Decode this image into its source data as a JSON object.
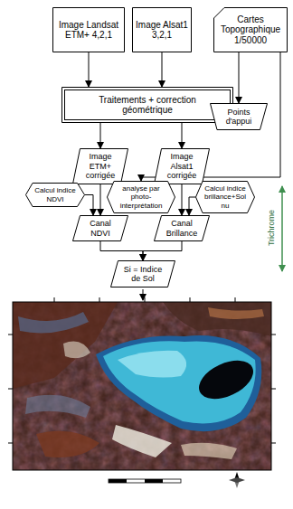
{
  "diagram": {
    "nodes": [
      {
        "text": [
          "Image Landsat ETM+ 4,2,1"
        ]
      },
      {
        "text": [
          "Image Alsat1 3,2,1"
        ]
      },
      {
        "text": [
          "Cartes Topographique 1/50000"
        ]
      },
      {
        "text": [
          "Traitements + correction géométrique"
        ]
      },
      {
        "text": [
          "Points d'appui"
        ]
      },
      {
        "text": [
          "Image ETM+ corrigée"
        ]
      },
      {
        "text": [
          "Image Alsat1 corrigée"
        ]
      },
      {
        "text": [
          "Calcul indice NDVI"
        ]
      },
      {
        "text": [
          "analyse par photo-interprétation"
        ]
      },
      {
        "text": [
          "Calcul indice brillance+Sol nu"
        ]
      },
      {
        "text": [
          "Canal NDVI"
        ]
      },
      {
        "text": [
          "Canal Brillance"
        ]
      },
      {
        "text": [
          "Si = Indice de Sol"
        ]
      }
    ],
    "edges": [
      {
        "from": 0,
        "to": 3,
        "arrow": "to"
      },
      {
        "from": 1,
        "to": 3,
        "arrow": "to"
      },
      {
        "from": 2,
        "to": 4,
        "arrow": "to"
      },
      {
        "from": 4,
        "to": 3,
        "arrow": "to"
      },
      {
        "from": 2,
        "to": 8,
        "arrow": "to"
      },
      {
        "from": 3,
        "to": 5,
        "arrow": "to"
      },
      {
        "from": 3,
        "to": 6,
        "arrow": "to"
      },
      {
        "from": 5,
        "to": 10,
        "arrow": "to"
      },
      {
        "from": 6,
        "to": 11,
        "arrow": "to"
      },
      {
        "from": 7,
        "to": 10,
        "arrow": "to"
      },
      {
        "from": 9,
        "to": 11,
        "arrow": "to"
      },
      {
        "from": 10,
        "to": 12,
        "arrow": "to"
      },
      {
        "from": 11,
        "to": 12,
        "arrow": "to"
      }
    ],
    "labels": [
      "Trichrome"
    ]
  }
}
